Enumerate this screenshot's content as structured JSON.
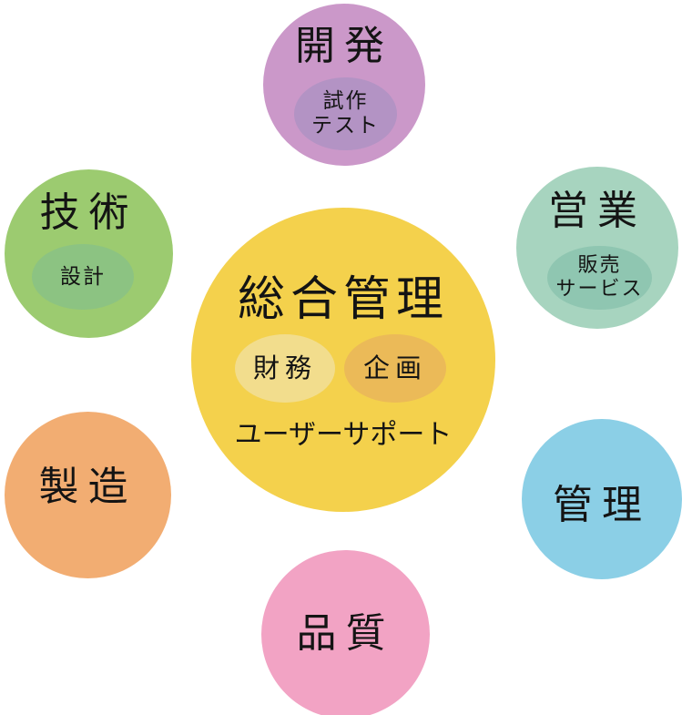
{
  "canvas": {
    "background": "#ffffff",
    "text_color": "#141414"
  },
  "center": {
    "label": "総合管理",
    "color": "#f4d14c",
    "support_label": "ユーザーサポート",
    "sub_left": {
      "label": "財務",
      "color": "#f2dd8d"
    },
    "sub_right": {
      "label": "企画",
      "color": "#ebba58"
    }
  },
  "satellites": [
    {
      "label": "開発",
      "color": "#cb98c9",
      "sub": {
        "line1": "試作",
        "line2": "テスト",
        "color": "#b393c4"
      }
    },
    {
      "label": "技術",
      "color": "#9ccb70",
      "sub": {
        "line1": "設計",
        "color": "#8cc382"
      }
    },
    {
      "label": "営業",
      "color": "#a7d4bf",
      "sub": {
        "line1": "販売",
        "line2": "サービス",
        "color": "#8fc6b1"
      }
    },
    {
      "label": "製造",
      "color": "#f2ad72"
    },
    {
      "label": "管理",
      "color": "#8bcfe6"
    },
    {
      "label": "品質",
      "color": "#f2a3c4"
    }
  ]
}
